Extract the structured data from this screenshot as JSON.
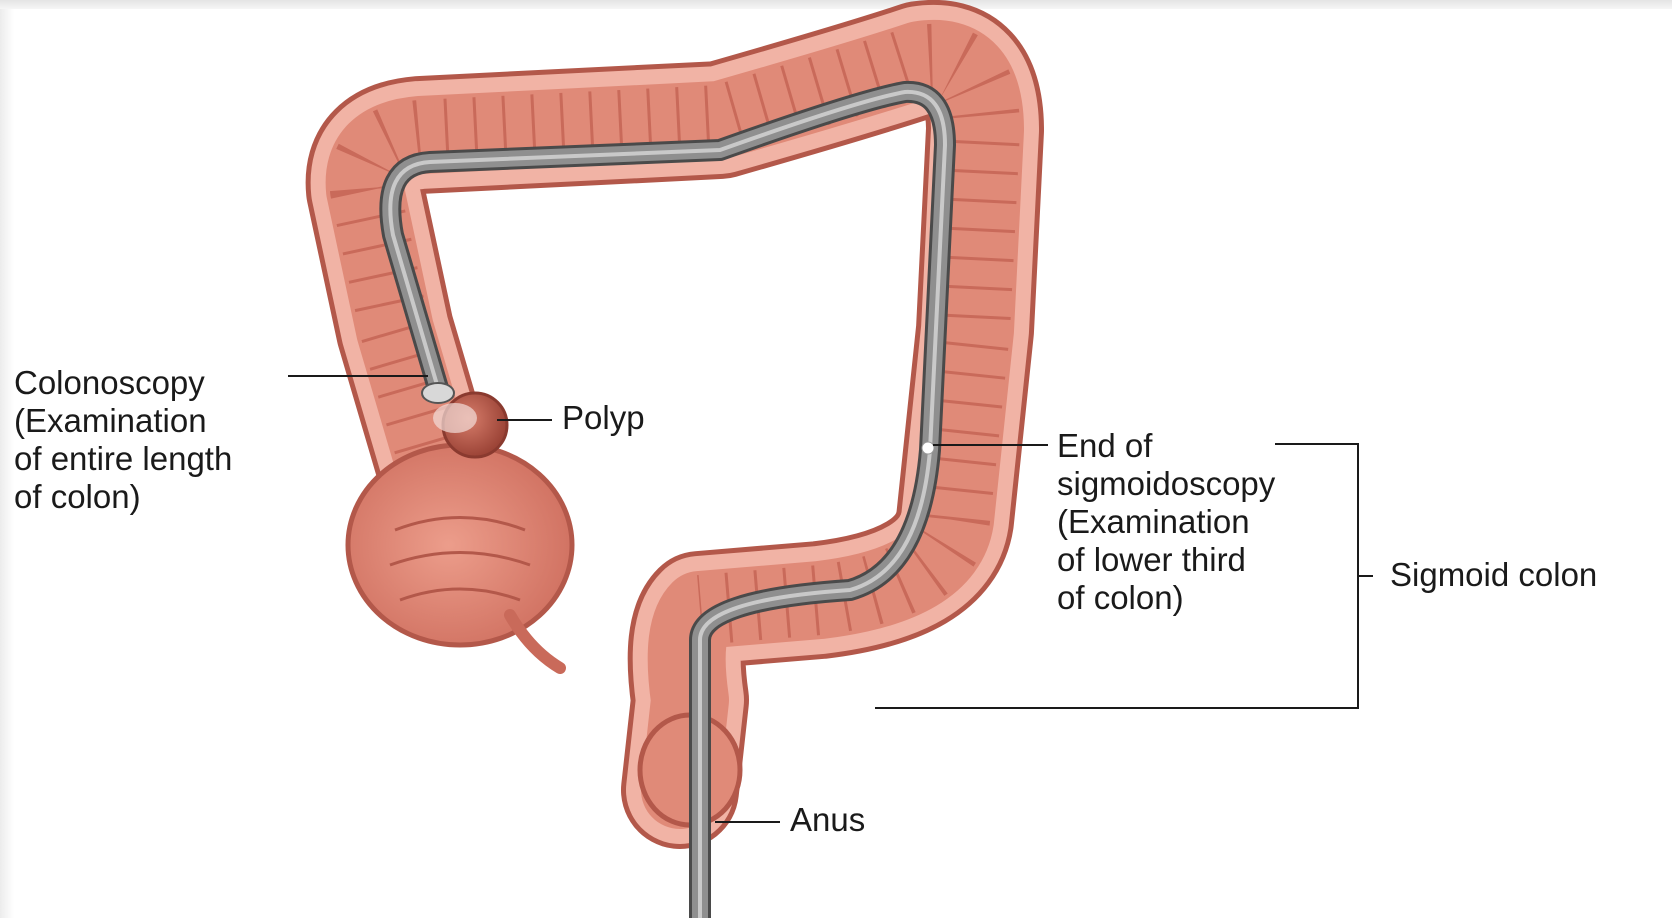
{
  "labels": {
    "colonoscopy": [
      "Colonoscopy",
      "(Examination",
      "of entire length",
      "of colon)"
    ],
    "polyp": "Polyp",
    "sigmoidoscopy": [
      "End of",
      "sigmoidoscopy",
      "(Examination",
      "of lower third",
      "of colon)"
    ],
    "sigmoid_colon": "Sigmoid colon",
    "anus": "Anus"
  },
  "colors": {
    "colon_fill": "#e08a78",
    "colon_wall": "#f1b3a5",
    "colon_outline": "#b3584a",
    "scope": "#8f8f8f",
    "leader_line": "#1a1a1a"
  },
  "icons": [
    "colon-illustration",
    "endoscope-tube",
    "polyp-icon"
  ]
}
